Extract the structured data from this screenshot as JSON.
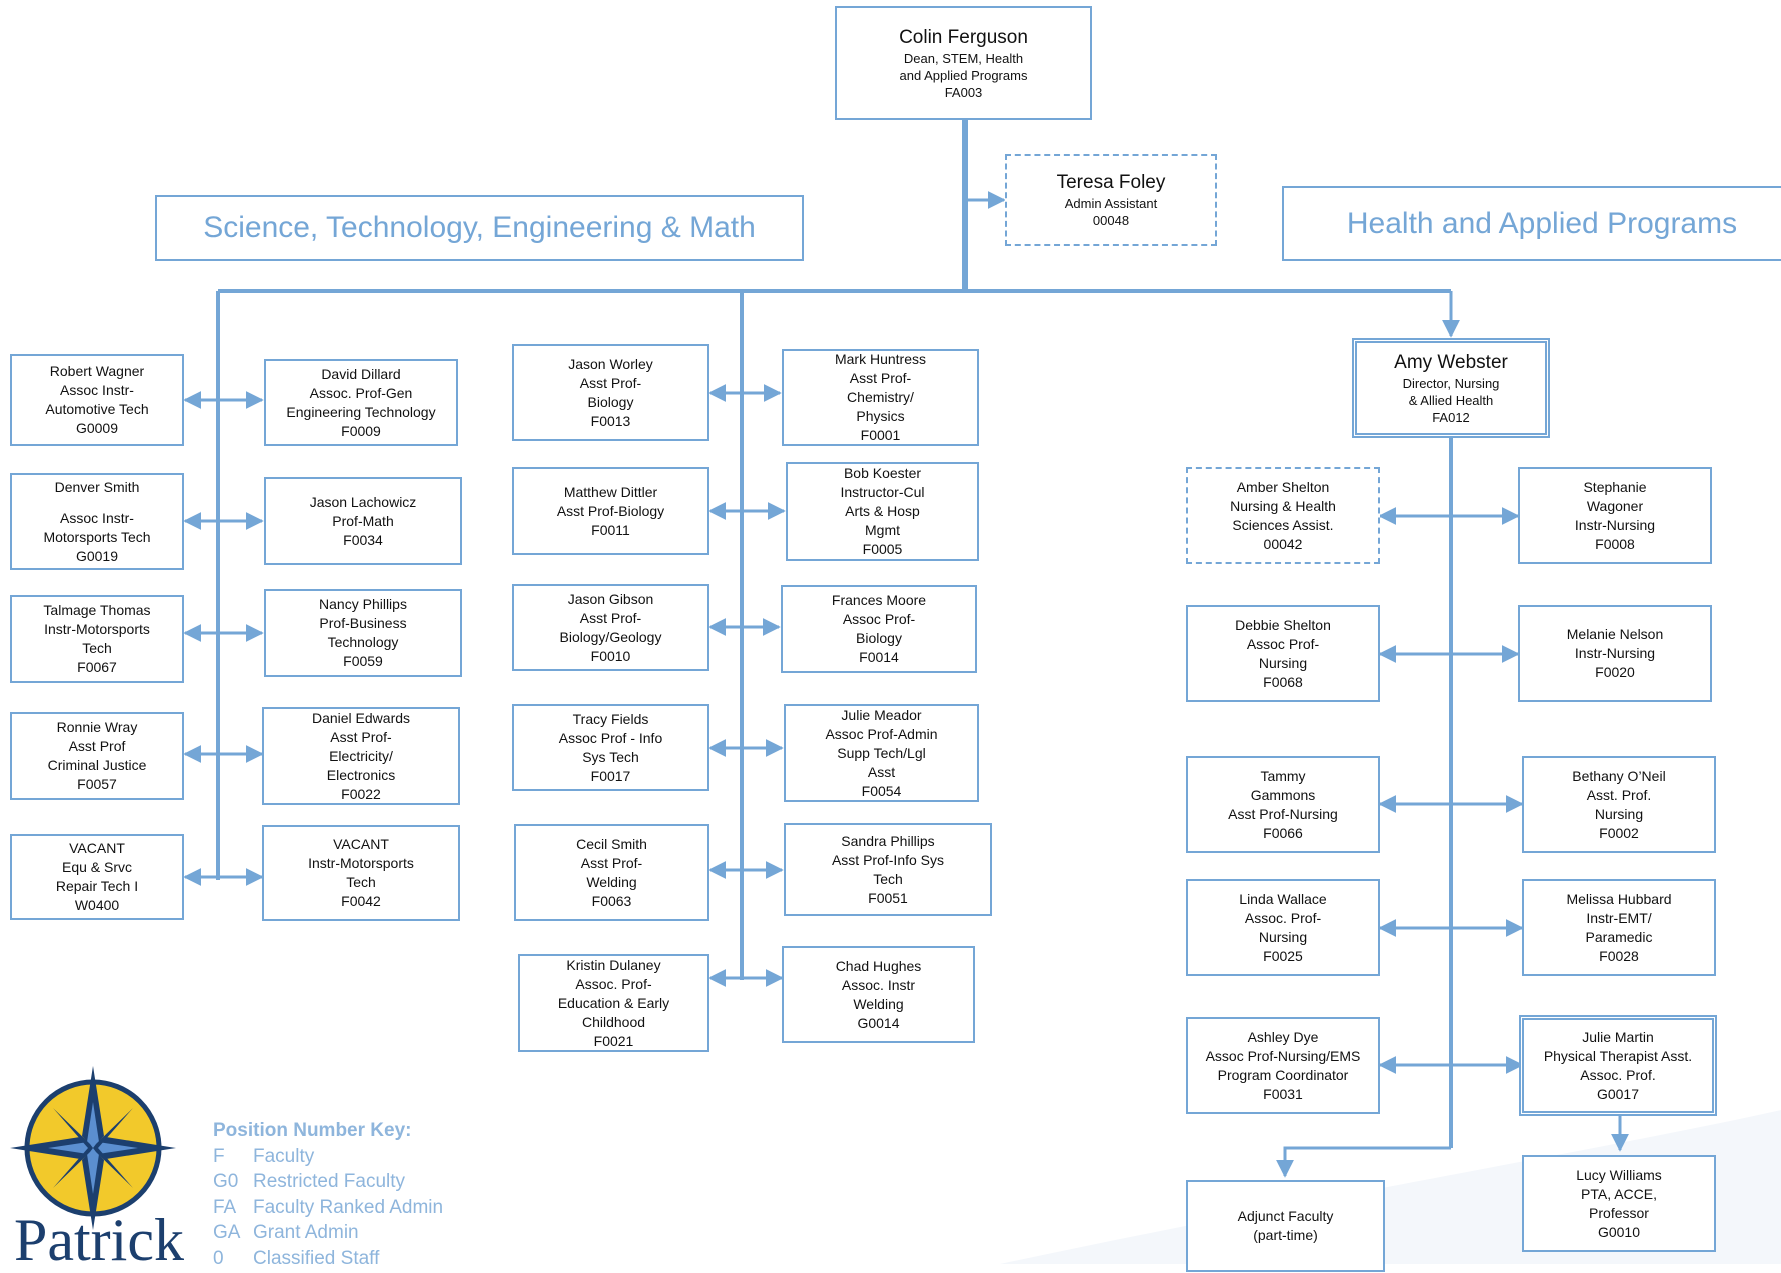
{
  "dean": {
    "lines": [
      "Colin Ferguson",
      "Dean, STEM, Health",
      "and Applied Programs",
      "FA003"
    ]
  },
  "admin_assistant": {
    "lines": [
      "Teresa Foley",
      "Admin Assistant",
      "00048"
    ]
  },
  "banners": {
    "stem": "Science, Technology, Engineering & Math",
    "health": "Health and Applied Programs"
  },
  "director": {
    "lines": [
      "Amy Webster",
      "Director, Nursing",
      "& Allied Health",
      "FA012"
    ]
  },
  "stem_column_1": [
    {
      "lines": [
        "Robert Wagner",
        "Assoc Instr-",
        "Automotive Tech",
        "G0009"
      ]
    },
    {
      "lines": [
        "Denver Smith",
        "",
        "Assoc Instr-",
        "Motorsports Tech",
        "G0019"
      ]
    },
    {
      "lines": [
        "Talmage Thomas",
        "Instr-Motorsports",
        "Tech",
        "F0067"
      ]
    },
    {
      "lines": [
        "Ronnie Wray",
        "Asst Prof",
        "Criminal Justice",
        "F0057"
      ]
    },
    {
      "lines": [
        "VACANT",
        "Equ & Srvc",
        "Repair Tech I",
        "W0400"
      ]
    }
  ],
  "stem_column_2": [
    {
      "lines": [
        "David Dillard",
        "Assoc. Prof-Gen",
        "Engineering Technology",
        "F0009"
      ]
    },
    {
      "lines": [
        "Jason Lachowicz",
        "Prof-Math",
        "F0034"
      ]
    },
    {
      "lines": [
        "Nancy Phillips",
        "Prof-Business",
        "Technology",
        "F0059"
      ]
    },
    {
      "lines": [
        "Daniel Edwards",
        "Asst Prof-",
        "Electricity/",
        "Electronics",
        "F0022"
      ]
    },
    {
      "lines": [
        "VACANT",
        "Instr-Motorsports",
        "Tech",
        "F0042"
      ]
    }
  ],
  "stem_column_3": [
    {
      "lines": [
        "Jason Worley",
        "Asst Prof-",
        "Biology",
        "F0013"
      ]
    },
    {
      "lines": [
        "Matthew Dittler",
        "Asst Prof-Biology",
        "F0011"
      ]
    },
    {
      "lines": [
        "Jason Gibson",
        "Asst Prof-",
        "Biology/Geology",
        "F0010"
      ]
    },
    {
      "lines": [
        "Tracy Fields",
        "Assoc Prof - Info",
        "Sys Tech",
        "F0017"
      ]
    },
    {
      "lines": [
        "Cecil Smith",
        "Asst Prof-",
        "Welding",
        "F0063"
      ]
    },
    {
      "lines": [
        "Kristin Dulaney",
        "Assoc. Prof-",
        "Education & Early",
        "Childhood",
        "F0021"
      ]
    }
  ],
  "stem_column_4": [
    {
      "lines": [
        "Mark Huntress",
        "Asst Prof-",
        "Chemistry/",
        "Physics",
        "F0001"
      ]
    },
    {
      "lines": [
        "Bob Koester",
        "Instructor-Cul",
        "Arts & Hosp",
        "Mgmt",
        "F0005"
      ]
    },
    {
      "lines": [
        "Frances Moore",
        "Assoc Prof-",
        "Biology",
        "F0014"
      ]
    },
    {
      "lines": [
        "Julie Meador",
        "Assoc Prof-Admin",
        "Supp Tech/Lgl",
        "Asst",
        "F0054"
      ]
    },
    {
      "lines": [
        "Sandra Phillips",
        "Asst Prof-Info Sys",
        "Tech",
        "F0051"
      ]
    },
    {
      "lines": [
        "Chad Hughes",
        "Assoc. Instr",
        "Welding",
        "G0014"
      ]
    }
  ],
  "health_left": [
    {
      "lines": [
        "Amber Shelton",
        "Nursing & Health",
        "Sciences Assist.",
        "00042"
      ]
    },
    {
      "lines": [
        "Debbie Shelton",
        "Assoc Prof-",
        "Nursing",
        "F0068"
      ]
    },
    {
      "lines": [
        "Tammy",
        "Gammons",
        "Asst Prof-Nursing",
        "F0066"
      ]
    },
    {
      "lines": [
        "Linda Wallace",
        "Assoc. Prof-",
        "Nursing",
        "F0025"
      ]
    },
    {
      "lines": [
        "Ashley Dye",
        "Assoc Prof-Nursing/EMS",
        "Program Coordinator",
        "F0031"
      ]
    },
    {
      "lines": [
        "Adjunct Faculty",
        "(part-time)"
      ]
    }
  ],
  "health_right": [
    {
      "lines": [
        "Stephanie",
        "Wagoner",
        "Instr-Nursing",
        "F0008"
      ]
    },
    {
      "lines": [
        "Melanie Nelson",
        "Instr-Nursing",
        "F0020"
      ]
    },
    {
      "lines": [
        "Bethany O’Neil",
        "Asst. Prof.",
        "Nursing",
        "F0002"
      ]
    },
    {
      "lines": [
        "Melissa Hubbard",
        "Instr-EMT/",
        "Paramedic",
        "F0028"
      ]
    },
    {
      "lines": [
        "Julie Martin",
        "Physical Therapist Asst.",
        "Assoc. Prof.",
        "G0017"
      ]
    },
    {
      "lines": [
        "Lucy Williams",
        "PTA, ACCE,",
        "Professor",
        "G0010"
      ]
    }
  ],
  "position_key": {
    "title": "Position Number Key:",
    "rows": [
      {
        "code": "F",
        "label": "Faculty"
      },
      {
        "code": "G0",
        "label": "Restricted Faculty"
      },
      {
        "code": "FA",
        "label": "Faculty Ranked Admin"
      },
      {
        "code": "GA",
        "label": "Grant Admin"
      },
      {
        "code": "0",
        "label": "Classified Staff"
      }
    ]
  },
  "logo": {
    "wordmark": "Patrick",
    "icon": "compass-star-icon"
  },
  "colors": {
    "line": "#74a6d6",
    "banner_text": "#74a6d6",
    "key_text": "#8eb5dc",
    "logo_navy": "#1c3f6e",
    "logo_gold": "#f2c92b"
  }
}
